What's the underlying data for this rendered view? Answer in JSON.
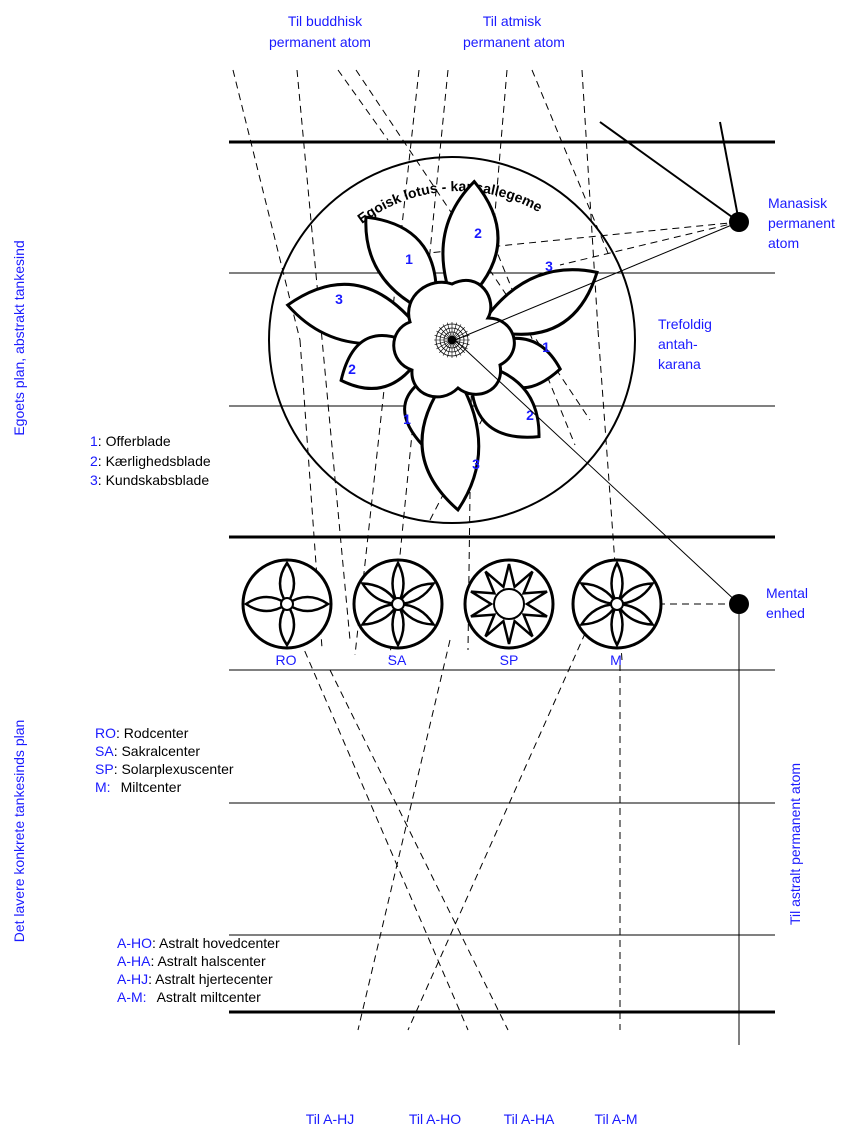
{
  "top_labels": {
    "buddhic": [
      "Til buddhisk",
      "permanent atom"
    ],
    "atmic": [
      "Til atmisk",
      "permanent atom"
    ]
  },
  "side_labels": {
    "upper_plane": "Egoets plan, abstrakt tankesind",
    "lower_plane": "Det lavere konkrete tankesinds plan",
    "astral_atom": "Til astralt permanent atom"
  },
  "lotus_title": "Egoisk lotus - kausallegeme",
  "right_labels": {
    "manasic": [
      "Manasisk",
      "permanent",
      "atom"
    ],
    "antahkarana": [
      "Trefoldig",
      "antah-",
      "karana"
    ],
    "mental_unit": [
      "Mental",
      "enhed"
    ]
  },
  "petal_numbers": {
    "p1": "1",
    "p2": "2",
    "p3": "3",
    "p4": "3",
    "p5": "1",
    "p6": "2",
    "p7": "1",
    "p8": "2",
    "p9": "3"
  },
  "petal_legend": [
    {
      "key": "1",
      "text": ": Offerblade"
    },
    {
      "key": "2",
      "text": ": Kærlighedsblade"
    },
    {
      "key": "3",
      "text": ": Kundskabsblade"
    }
  ],
  "centers": [
    {
      "abbr": "RO",
      "petals": 4
    },
    {
      "abbr": "SA",
      "petals": 6
    },
    {
      "abbr": "SP",
      "petals": 10
    },
    {
      "abbr": "M",
      "petals": 6
    }
  ],
  "center_legend": [
    {
      "key": "RO",
      "text": ": Rodcenter"
    },
    {
      "key": "SA",
      "text": ": Sakralcenter"
    },
    {
      "key": "SP",
      "text": ": Solarplexuscenter"
    },
    {
      "key": "M:",
      "text": "Miltcenter"
    }
  ],
  "astral_legend": [
    {
      "key": "A-HO",
      "text": ": Astralt hovedcenter"
    },
    {
      "key": "A-HA",
      "text": ": Astralt halscenter"
    },
    {
      "key": "A-HJ",
      "text": ": Astralt hjertecenter"
    },
    {
      "key": "A-M:",
      "text": "Astralt miltcenter"
    }
  ],
  "bottom_labels": [
    "Til A-HJ",
    "Til A-HO",
    "Til A-HA",
    "Til A-M"
  ],
  "colors": {
    "label_blue": "#1a1aff",
    "line": "#000000"
  }
}
